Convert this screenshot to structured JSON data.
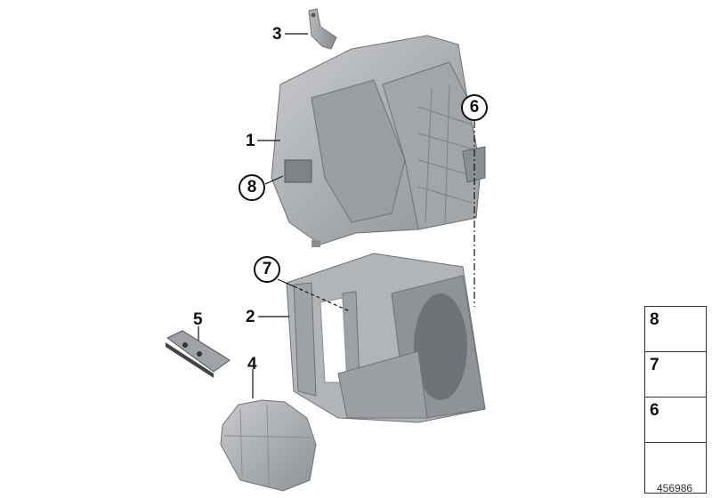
{
  "diagram": {
    "id_label": "456986",
    "callouts": [
      {
        "num": "1",
        "style": "plain"
      },
      {
        "num": "2",
        "style": "plain"
      },
      {
        "num": "3",
        "style": "plain"
      },
      {
        "num": "4",
        "style": "plain"
      },
      {
        "num": "5",
        "style": "plain"
      },
      {
        "num": "6",
        "style": "circle"
      },
      {
        "num": "7",
        "style": "circle"
      },
      {
        "num": "8",
        "style": "circle"
      }
    ],
    "parts": [
      {
        "num": "1",
        "name": "heater-housing-upper"
      },
      {
        "num": "2",
        "name": "heater-housing-lower"
      },
      {
        "num": "3",
        "name": "bracket"
      },
      {
        "num": "4",
        "name": "blower-cover"
      },
      {
        "num": "5",
        "name": "nut-plate"
      },
      {
        "num": "6",
        "name": "hex-bolt-with-washer"
      },
      {
        "num": "7",
        "name": "spring-clip"
      },
      {
        "num": "8",
        "name": "torx-screw"
      }
    ],
    "legend": [
      {
        "num": "8",
        "icon": "torx-screw-icon"
      },
      {
        "num": "7",
        "icon": "clip-icon"
      },
      {
        "num": "6",
        "icon": "hex-bolt-icon"
      },
      {
        "num": "",
        "icon": "arrow-icon"
      }
    ],
    "colors": {
      "part_fill": "#a9acaf",
      "part_shadow": "#7c7f83",
      "part_light": "#cfd1d3",
      "line": "#111111"
    }
  }
}
